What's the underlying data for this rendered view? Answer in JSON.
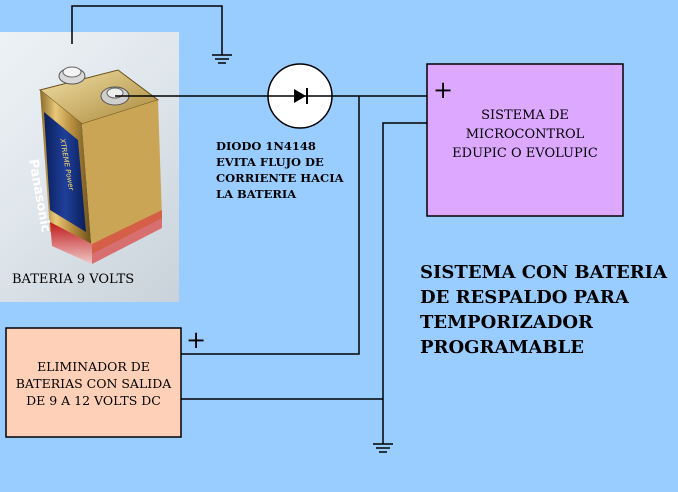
{
  "battery_label": "BATERIA 9 VOLTS",
  "battery_brand": "Panasonic",
  "battery_brand_sub": "XTREME Power",
  "diode_note": [
    "DIODO 1N4148",
    "EVITA FLUJO DE",
    "CORRIENTE HACIA",
    "LA BATERIA"
  ],
  "micro_box": [
    "SISTEMA DE",
    "MICROCONTROL",
    "EDUPIC O EVOLUPIC"
  ],
  "eliminator_box": [
    "ELIMINADOR DE",
    "BATERIAS CON SALIDA",
    "DE 9 A 12 VOLTS DC"
  ],
  "title_lines": [
    "SISTEMA CON BATERIA",
    "DE RESPALDO PARA",
    "TEMPORIZADOR",
    "PROGRAMABLE"
  ],
  "plus_sign": "+",
  "colors": {
    "background": "#99ccff",
    "micro_box_fill": "#dda8ff",
    "eliminator_box_fill": "#ffd0b8",
    "wire": "#000000"
  }
}
